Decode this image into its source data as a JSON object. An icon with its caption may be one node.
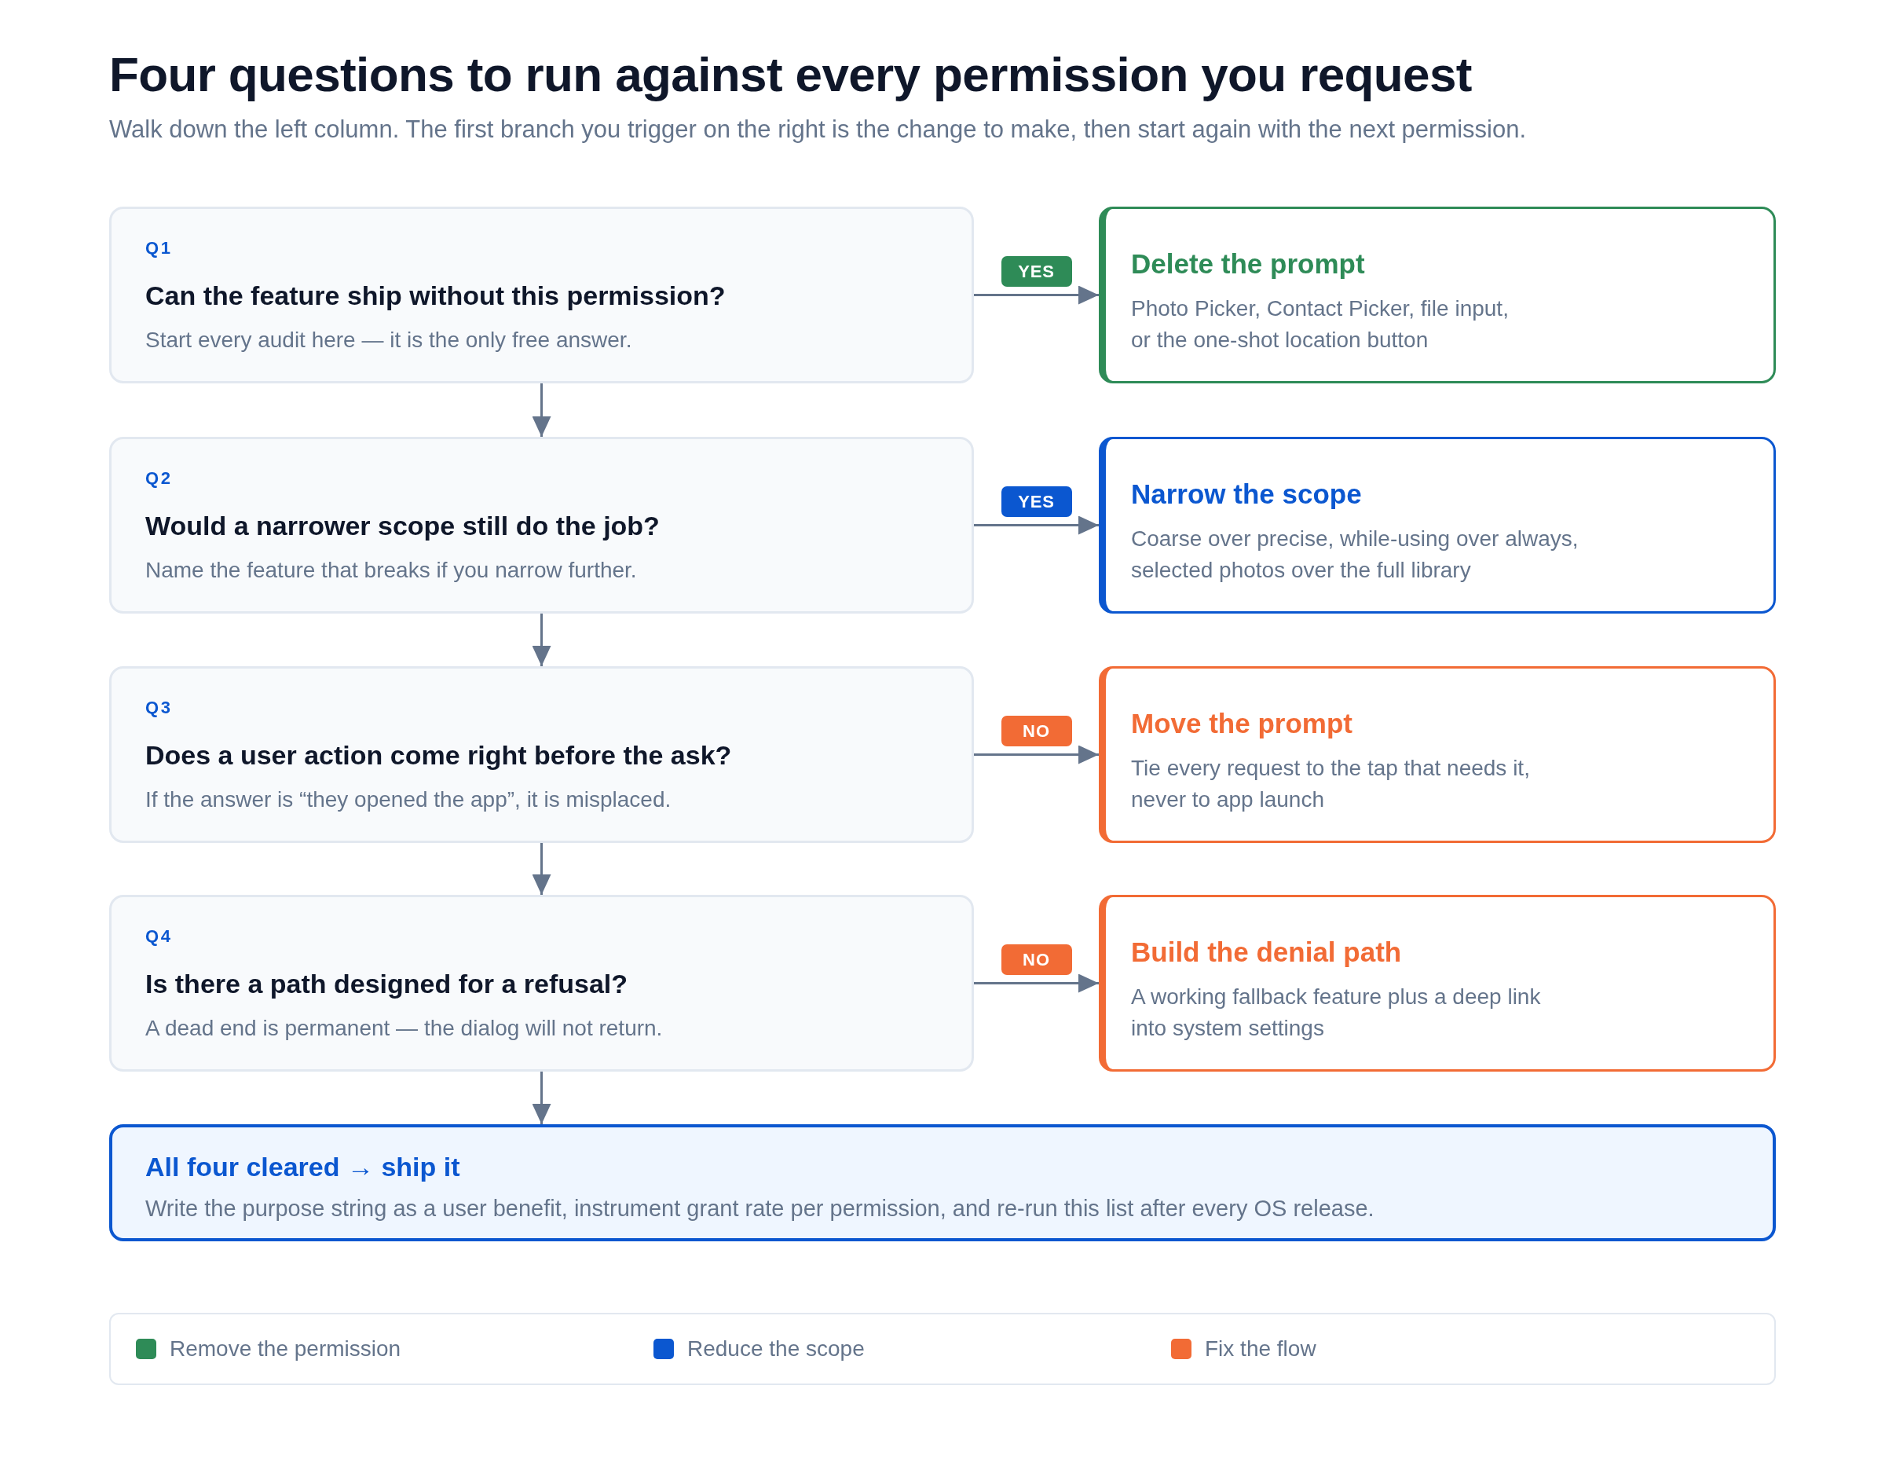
{
  "diagram": {
    "title": "Four questions to run against every permission you request",
    "nodes": [
      {
        "text": [
          "Q1",
          "Can the feature ship without this permission?",
          "Start every audit here — it is the only free answer."
        ]
      },
      {
        "text": [
          "Delete the prompt",
          "Photo Picker, Contact Picker, file input, or the one-shot location button"
        ]
      },
      {
        "text": [
          "Q2",
          "Would a narrower scope still do the job?",
          "Name the feature that breaks if you narrow further."
        ]
      },
      {
        "text": [
          "Narrow the scope",
          "Coarse over precise, while-using over always, selected photos over the full library"
        ]
      },
      {
        "text": [
          "Q3",
          "Does a user action come right before the ask?",
          "If the answer is “they opened the app”, it is misplaced."
        ]
      },
      {
        "text": [
          "Move the prompt",
          "Tie every request to the tap that needs it, never to app launch"
        ]
      },
      {
        "text": [
          "Q4",
          "Is there a path designed for a refusal?",
          "A dead end is permanent — the dialog will not return."
        ]
      },
      {
        "text": [
          "Build the denial path",
          "A working fallback feature plus a deep link into system settings"
        ]
      },
      {
        "text": [
          "All four cleared → ship it",
          "Write the purpose string as a user benefit, instrument grant rate per permission, and re-run this list after every OS release."
        ]
      }
    ],
    "edges": [
      {
        "from": 0,
        "to": 1,
        "arrow": "to",
        "label": "YES"
      },
      {
        "from": 0,
        "to": 2,
        "arrow": "to"
      },
      {
        "from": 2,
        "to": 3,
        "arrow": "to",
        "label": "YES"
      },
      {
        "from": 2,
        "to": 4,
        "arrow": "to"
      },
      {
        "from": 4,
        "to": 5,
        "arrow": "to",
        "label": "NO"
      },
      {
        "from": 4,
        "to": 6,
        "arrow": "to"
      },
      {
        "from": 6,
        "to": 7,
        "arrow": "to",
        "label": "NO"
      },
      {
        "from": 6,
        "to": 8,
        "arrow": "to"
      }
    ],
    "labels": [
      "Walk down the left column. The first branch you trigger on the right is the change to make, then start again with the next permission."
    ],
    "legend": [
      {
        "text": "Remove the permission",
        "color": "#2e8b57"
      },
      {
        "text": "Reduce the scope",
        "color": "#0b57d0"
      },
      {
        "text": "Fix the flow",
        "color": "#f26b35"
      }
    ]
  }
}
